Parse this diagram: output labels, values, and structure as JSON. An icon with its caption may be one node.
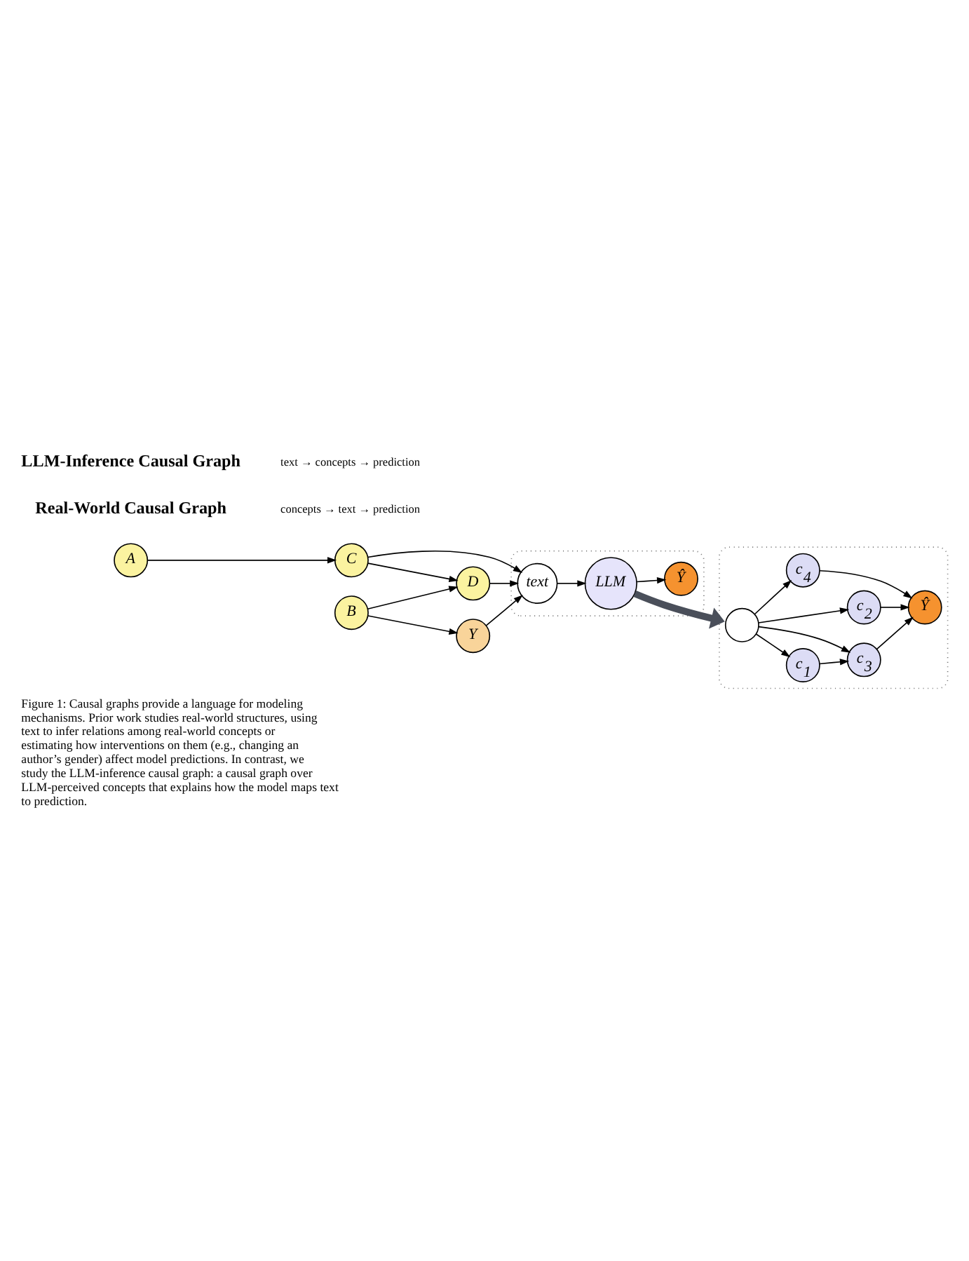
{
  "diagram": {
    "caption": "Figure 1: Causal graphs provide a language for modeling mechanisms. Prior work studies real-world structures, using text to infer relations among real-world concepts or estimating how interventions on them (e.g., changing an author’s gender) affect model predictions. In contrast, we study the LLM-inference causal graph: a causal graph over LLM-perceived concepts that explains how the model maps text to prediction.",
    "nodes": [
      {
        "text": [
          "A"
        ]
      },
      {
        "text": [
          "B"
        ]
      },
      {
        "text": [
          "C"
        ]
      },
      {
        "text": [
          "D"
        ]
      },
      {
        "text": [
          "Y"
        ]
      },
      {
        "text": [],
        "shape": "box"
      },
      {
        "text": [
          "text"
        ],
        "in": 5
      },
      {
        "text": [
          "LLM"
        ],
        "in": 5
      },
      {
        "text": [
          "Ŷ"
        ],
        "in": 5
      },
      {
        "text": [],
        "shape": "box"
      },
      {
        "text": [],
        "shape": "circle",
        "in": 9
      },
      {
        "text": [
          "c$_{1}$"
        ],
        "in": 9
      },
      {
        "text": [
          "c$_{3}$"
        ],
        "in": 9
      },
      {
        "text": [
          "c$_{2}$"
        ],
        "in": 9
      },
      {
        "text": [
          "c$_{4}$"
        ],
        "in": 9
      },
      {
        "text": [
          "Ŷ"
        ],
        "in": 9
      }
    ],
    "edges": [
      {
        "from": 0,
        "to": 2,
        "arrow": "to"
      },
      {
        "from": 2,
        "to": 3,
        "arrow": "to"
      },
      {
        "from": 1,
        "to": 3,
        "arrow": "to"
      },
      {
        "from": 1,
        "to": 4,
        "arrow": "to"
      },
      {
        "from": 2,
        "to": 6,
        "arrow": "to"
      },
      {
        "from": 3,
        "to": 6,
        "arrow": "to"
      },
      {
        "from": 4,
        "to": 6,
        "arrow": "to"
      },
      {
        "from": 6,
        "to": 7,
        "arrow": "to"
      },
      {
        "from": 7,
        "to": 8,
        "arrow": "to"
      },
      {
        "from": 7,
        "to": 9,
        "arrow": "to",
        "style": "thick",
        "color": "#4a4f5a"
      },
      {
        "from": 10,
        "to": 11,
        "arrow": "to"
      },
      {
        "from": 10,
        "to": 12,
        "arrow": "to"
      },
      {
        "from": 10,
        "to": 13,
        "arrow": "to"
      },
      {
        "from": 10,
        "to": 14,
        "arrow": "to"
      },
      {
        "from": 11,
        "to": 12,
        "arrow": "to"
      },
      {
        "from": 12,
        "to": 15,
        "arrow": "to"
      },
      {
        "from": 13,
        "to": 15,
        "arrow": "to"
      },
      {
        "from": 14,
        "to": 15,
        "arrow": "to"
      }
    ],
    "labels": [
      "Real-World Causal Graph",
      "concepts → text → prediction",
      "LLM-Inference Causal Graph",
      "text → concepts → prediction"
    ]
  }
}
